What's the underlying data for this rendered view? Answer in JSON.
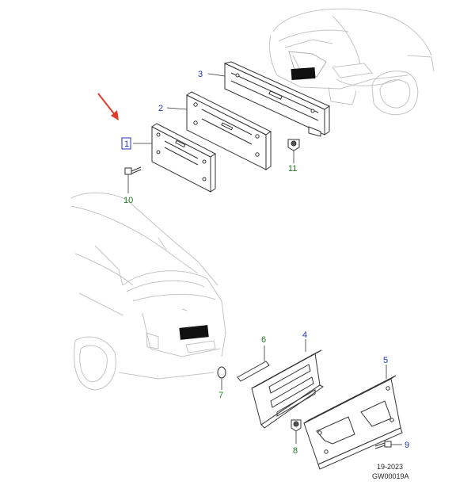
{
  "callouts": {
    "c1": "1",
    "c2": "2",
    "c3": "3",
    "c4": "4",
    "c5": "5",
    "c6": "6",
    "c7": "7",
    "c8": "8",
    "c9": "9",
    "c10": "10",
    "c11": "11"
  },
  "footer": {
    "date": "19-2023",
    "code": "GW00019A"
  },
  "colors": {
    "blue_callout": "#1b33b8",
    "green_callout": "#1e7a1e",
    "arrow": "#e23b2e",
    "line_art": "#333333",
    "ghost_car": "#c8c8c8",
    "plate_fill": "#111111"
  }
}
